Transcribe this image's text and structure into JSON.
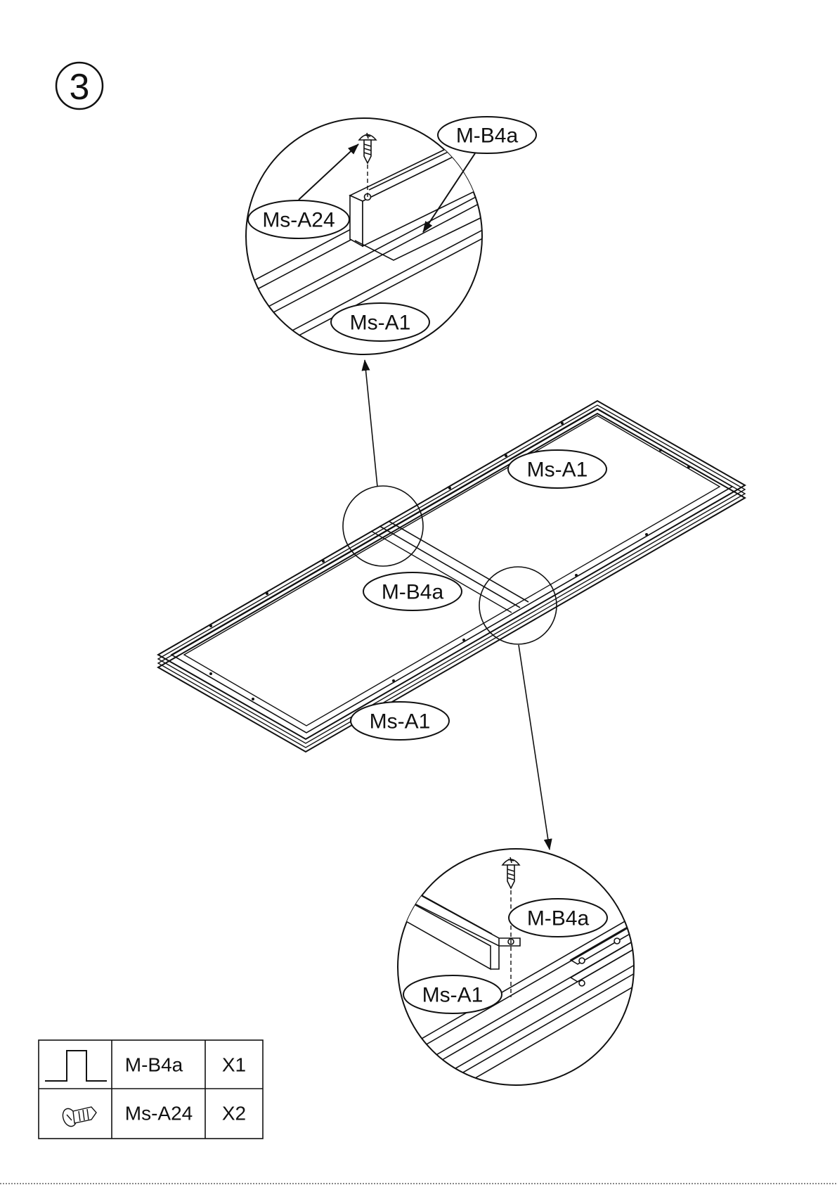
{
  "step": {
    "number": "3"
  },
  "labels": {
    "detail_top_bracket": "M-B4a",
    "detail_top_screw": "Ms-A24",
    "detail_top_frame": "Ms-A1",
    "frame_right": "Ms-A1",
    "frame_center": "M-B4a",
    "frame_bottom": "Ms-A1",
    "detail_bottom_bracket": "M-B4a",
    "detail_bottom_frame": "Ms-A1"
  },
  "parts_table": [
    {
      "icon": "bracket-icon",
      "part": "M-B4a",
      "qty": "X1"
    },
    {
      "icon": "screw-icon",
      "part": "Ms-A24",
      "qty": "X2"
    }
  ]
}
